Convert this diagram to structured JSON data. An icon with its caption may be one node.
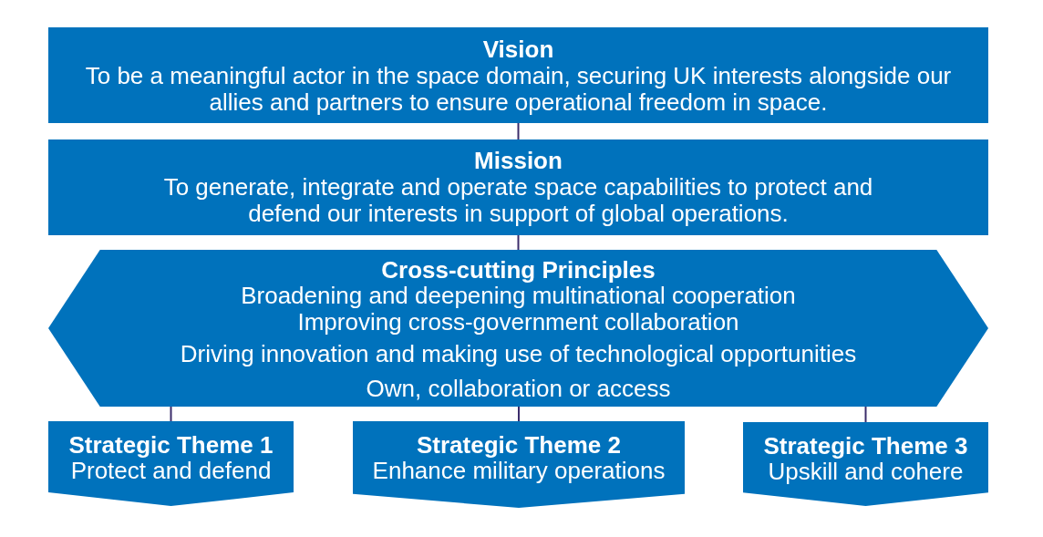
{
  "diagram": {
    "nodes": [
      {
        "text": [
          "Vision",
          "To be a meaningful actor in the space domain, securing UK interests alongside our allies and partners to ensure operational freedom in space."
        ]
      },
      {
        "text": [
          "Mission",
          "To generate, integrate and operate space capabilities to protect and defend our interests in support of global operations."
        ]
      },
      {
        "text": [
          "Cross-cutting Principles",
          "Broadening and deepening multinational cooperation",
          "Improving cross-government collaboration",
          "Driving innovation and making use of technological opportunities",
          "Own, collaboration or access"
        ]
      },
      {
        "text": [
          "Strategic Theme 1",
          "Protect and defend"
        ]
      },
      {
        "text": [
          "Strategic Theme 2",
          "Enhance military operations"
        ]
      },
      {
        "text": [
          "Strategic Theme 3",
          "Upskill and cohere"
        ]
      }
    ],
    "edges": [
      {
        "from": 0,
        "to": 1,
        "arrow": "none"
      },
      {
        "from": 1,
        "to": 2,
        "arrow": "none"
      },
      {
        "from": 2,
        "to": 3,
        "arrow": "none"
      },
      {
        "from": 2,
        "to": 4,
        "arrow": "none"
      },
      {
        "from": 2,
        "to": 5,
        "arrow": "none"
      }
    ]
  }
}
